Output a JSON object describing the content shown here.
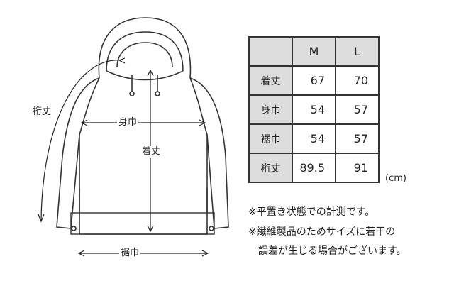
{
  "diagram": {
    "labels": {
      "sleeve_length": "裄丈",
      "body_width": "身巾",
      "length": "着丈",
      "hem_width": "裾巾"
    }
  },
  "size_table": {
    "columns": [
      "M",
      "L"
    ],
    "rows": [
      {
        "label": "着丈",
        "values": [
          "67",
          "70"
        ]
      },
      {
        "label": "身巾",
        "values": [
          "54",
          "57"
        ]
      },
      {
        "label": "裾巾",
        "values": [
          "54",
          "57"
        ]
      },
      {
        "label": "裄丈",
        "values": [
          "89.5",
          "91"
        ]
      }
    ],
    "unit": "(cm)"
  },
  "notes": [
    "※平置き状態での計測です。",
    "※繊維製品のためサイズに若干の",
    "誤差が生じる場合がございます。"
  ]
}
